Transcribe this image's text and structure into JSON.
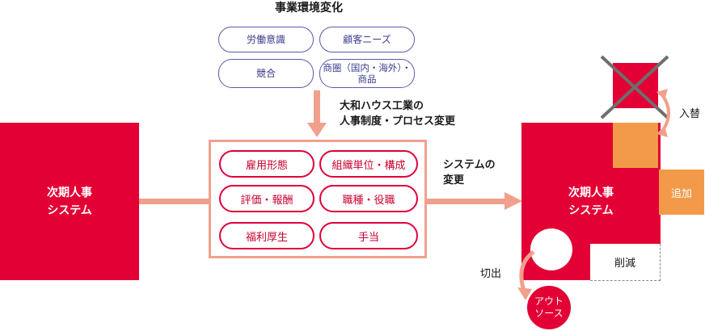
{
  "title": "事業環境変化",
  "environment_items": [
    "労働意識",
    "顧客ニーズ",
    "競合",
    "商圏（国内・海外）・\n商品"
  ],
  "company_label": "大和ハウス工業の\n人事制度・プロセス変更",
  "change_items": [
    "雇用形態",
    "組織単位・構成",
    "評価・報酬",
    "職種・役職",
    "福利厚生",
    "手当"
  ],
  "left_system": "次期人事\nシステム",
  "right_system": "次期人事\nシステム",
  "system_change_label": "システムの\n変更",
  "replace_label": "入替",
  "add_label": "追加",
  "reduce_label": "削減",
  "cutout_label": "切出",
  "outsource_label": "アウト\nソース",
  "colors": {
    "red": "#e20035",
    "salmon": "#f0a08c",
    "orange": "#f29a4a",
    "blue": "#5a5aa8"
  }
}
